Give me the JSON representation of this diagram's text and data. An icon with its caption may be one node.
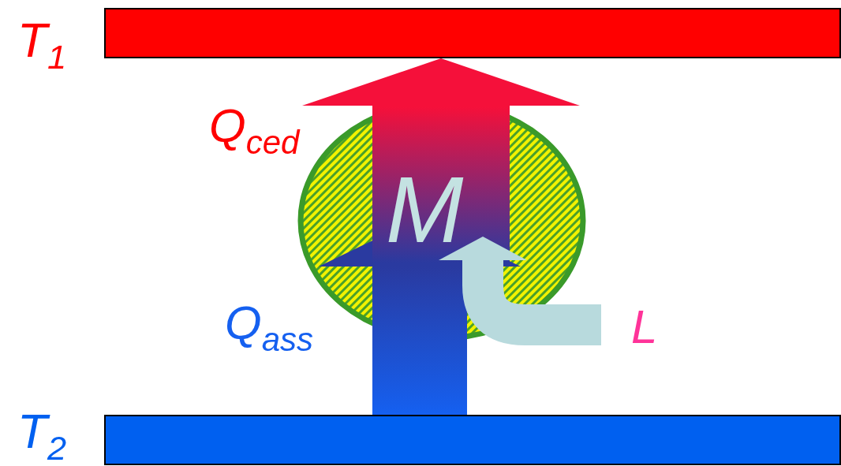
{
  "diagram": {
    "nodes": [
      {
        "text": [
          "T$_{1}$"
        ]
      },
      {
        "text": [
          "T$_{2}$"
        ]
      },
      {
        "text": [
          "M"
        ]
      }
    ],
    "edges": [
      {
        "from": 1,
        "to": 2,
        "arrow": "to",
        "label": "Q$_{ass}$",
        "color": "#1560f0"
      },
      {
        "from": 2,
        "to": 0,
        "arrow": "to",
        "label": "Q$_{ced}$",
        "color": "#f5103a"
      },
      {
        "from": null,
        "to": 2,
        "arrow": "to",
        "label": "L",
        "color": "#b8dadd"
      }
    ]
  }
}
